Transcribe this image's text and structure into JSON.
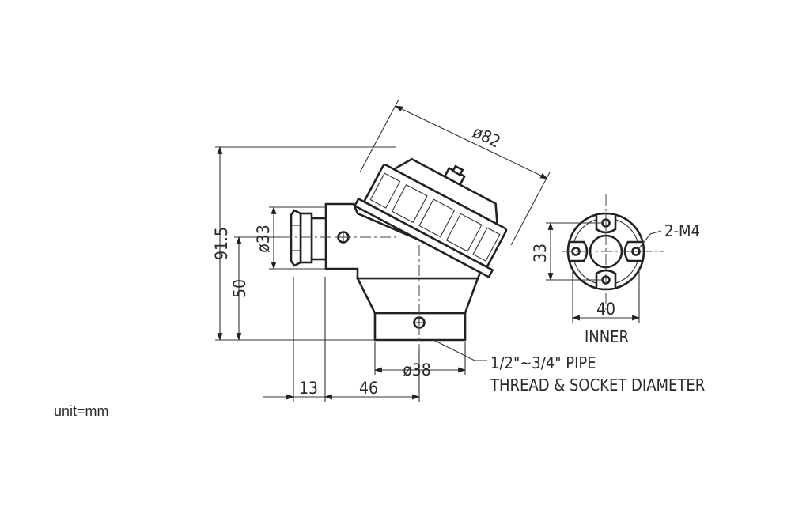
{
  "dimensions": {
    "cap_diameter": "ø82",
    "overall_height": "91.5",
    "body_height": "50",
    "gland_diameter": "ø33",
    "gland_length": "13",
    "center_offset": "46",
    "socket_diameter": "ø38",
    "inner_vertical": "33",
    "inner_horizontal": "40"
  },
  "labels": {
    "holes": "2-M4",
    "inner": "INNER",
    "thread_line1": "1/2\"~3/4\" PIPE",
    "thread_line2": "THREAD & SOCKET DIAMETER",
    "unit": "unit=mm"
  }
}
